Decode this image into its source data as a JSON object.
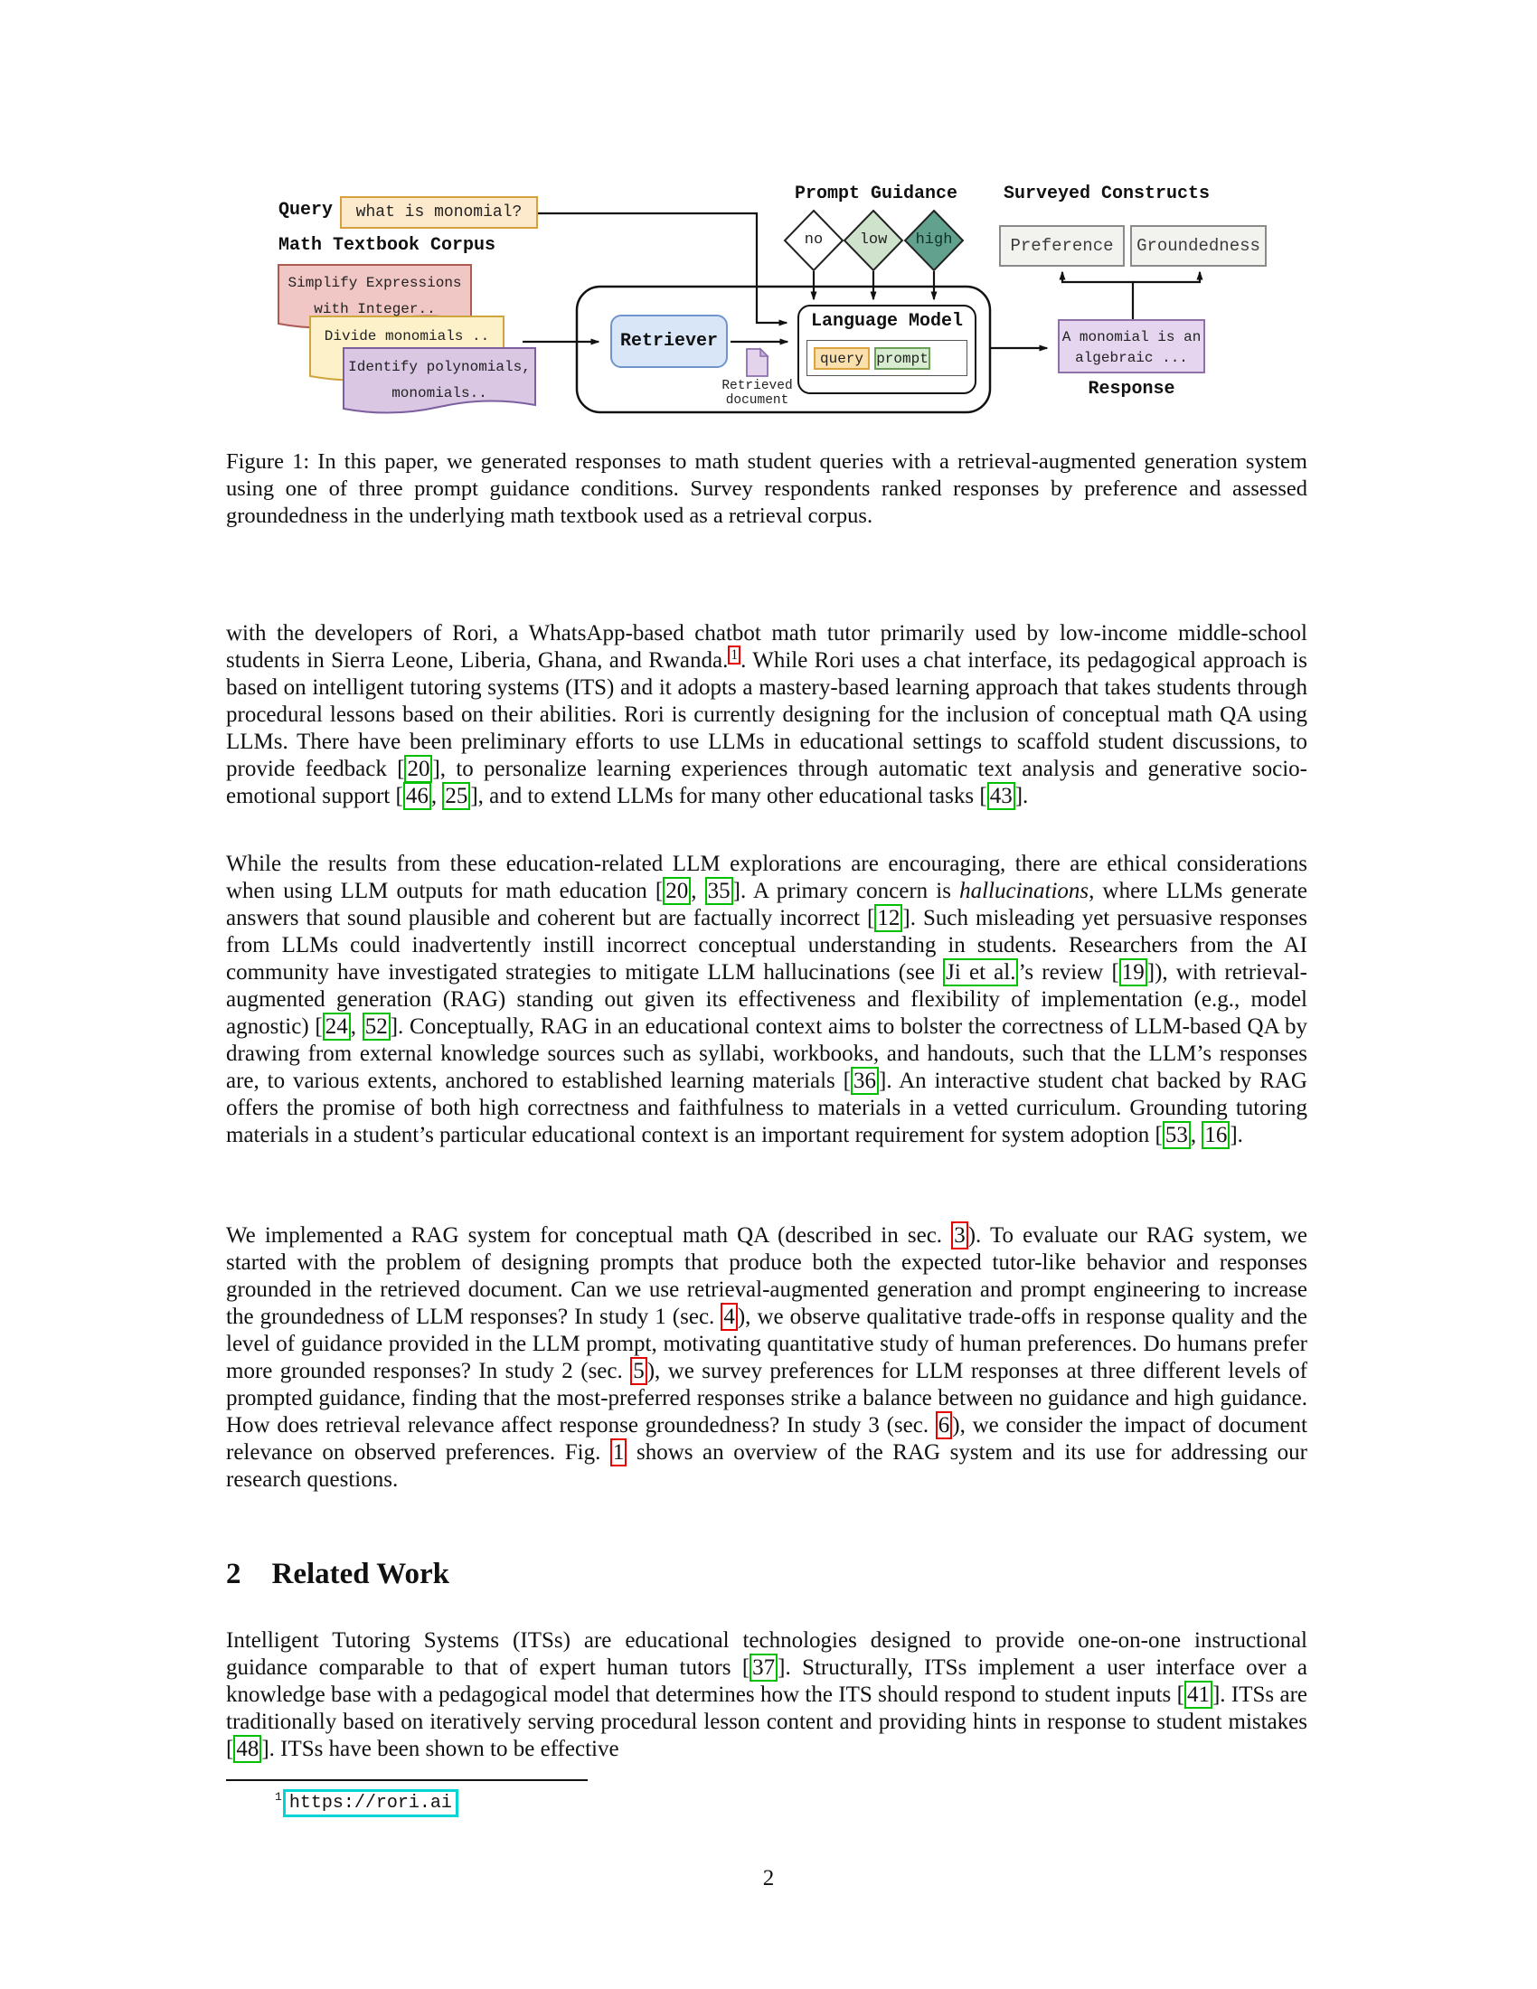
{
  "figure": {
    "query_label": "Query",
    "query_text": "what is monomial?",
    "corpus_label": "Math Textbook Corpus",
    "docs": [
      {
        "line1": "Simplify Expressions",
        "line2": "with Integer.."
      },
      {
        "line1": "Divide monomials ..",
        "line2": ""
      },
      {
        "line1": "Identify polynomials,",
        "line2": "monomials.."
      }
    ],
    "retriever_label": "Retriever",
    "retrieved_doc_line1": "Retrieved",
    "retrieved_doc_line2": "document",
    "prompt_guidance_label": "Prompt Guidance",
    "guidance_levels": [
      "no",
      "low",
      "high"
    ],
    "lm_label": "Language Model",
    "query_chip": "query",
    "prompt_chip": "prompt",
    "surveyed_constructs_label": "Surveyed Constructs",
    "constructs": [
      "Preference",
      "Groundedness"
    ],
    "response_line1": "A monomial is an",
    "response_line2": "algebraic ...",
    "response_label": "Response",
    "colors": {
      "citation_box": "#00c000",
      "section_ref_box": "#e60000",
      "url_box": "#00d5d5",
      "query_box_fill": "#fdeacc",
      "query_box_border": "#d6a13c",
      "doc_pink_fill": "#f1c7c5",
      "doc_pink_border": "#ad5a52",
      "doc_yellow_fill": "#fdf1c9",
      "doc_yellow_border": "#cfa53e",
      "doc_purple_fill": "#d9c7e4",
      "doc_purple_border": "#7d5fa0",
      "retriever_fill": "#d8e6f7",
      "retriever_border": "#7094cc",
      "chip_query_fill": "#fbdfad",
      "chip_query_border": "#dca43e",
      "chip_prompt_fill": "#d8ecd2",
      "chip_prompt_border": "#6b9e57",
      "diamond_no_fill": "#ffffff",
      "diamond_low_fill": "#cfe3cc",
      "diamond_high_fill": "#62a18e",
      "construct_fill": "#f2f2ef",
      "construct_border": "#8a8a8a",
      "response_fill": "#e5d5ee",
      "response_border": "#9070a8",
      "doc_icon_fill": "#e3d3eb",
      "doc_icon_border": "#8d6fae"
    }
  },
  "caption": "Figure 1: In this paper, we generated responses to math student queries with a retrieval-augmented generation system using one of three prompt guidance conditions.  Survey respondents ranked responses by preference and assessed groundedness in the underlying math textbook used as a retrieval corpus.",
  "paragraphs": [
    [
      {
        "s": "plain",
        "t": "with the developers of Rori, a WhatsApp-based chatbot math tutor primarily used by low-income middle-school students in Sierra Leone, Liberia, Ghana, and Rwanda."
      },
      {
        "s": "supred",
        "t": "1"
      },
      {
        "s": "plain",
        "t": ". While Rori uses a chat interface, its pedagogical approach is based on intelligent tutoring systems (ITS) and it adopts a mastery-based learning approach that takes students through procedural lessons based on their abilities. Rori is currently designing for the inclusion of conceptual math QA using LLMs. There have been preliminary efforts to use LLMs in educational settings to scaffold student discussions, to provide feedback ["
      },
      {
        "s": "green",
        "t": "20"
      },
      {
        "s": "plain",
        "t": "], to personalize learning experiences through automatic text analysis and generative socio-emotional support ["
      },
      {
        "s": "green",
        "t": "46"
      },
      {
        "s": "plain",
        "t": ", "
      },
      {
        "s": "green",
        "t": "25"
      },
      {
        "s": "plain",
        "t": "], and to extend LLMs for many other educational tasks ["
      },
      {
        "s": "green",
        "t": "43"
      },
      {
        "s": "plain",
        "t": "]."
      }
    ],
    [
      {
        "s": "plain",
        "t": "While the results from these education-related LLM explorations are encouraging, there are ethical considerations when using LLM outputs for math education ["
      },
      {
        "s": "green",
        "t": "20"
      },
      {
        "s": "plain",
        "t": ", "
      },
      {
        "s": "green",
        "t": "35"
      },
      {
        "s": "plain",
        "t": "]. A primary concern is "
      },
      {
        "s": "italic",
        "t": "hallucinations"
      },
      {
        "s": "plain",
        "t": ", where LLMs generate answers that sound plausible and coherent but are factually incorrect ["
      },
      {
        "s": "green",
        "t": "12"
      },
      {
        "s": "plain",
        "t": "]. Such misleading yet persuasive responses from LLMs could inadvertently instill incorrect conceptual understanding in students. Researchers from the AI community have investigated strategies to mitigate LLM hallucinations (see "
      },
      {
        "s": "green",
        "t": "Ji et al."
      },
      {
        "s": "plain",
        "t": "’s review ["
      },
      {
        "s": "green",
        "t": "19"
      },
      {
        "s": "plain",
        "t": "]), with retrieval-augmented generation (RAG) standing out given its effectiveness and flexibility of implementation (e.g., model agnostic) ["
      },
      {
        "s": "green",
        "t": "24"
      },
      {
        "s": "plain",
        "t": ", "
      },
      {
        "s": "green",
        "t": "52"
      },
      {
        "s": "plain",
        "t": "]. Conceptually, RAG in an educational context aims to bolster the correctness of LLM-based QA by drawing from external knowledge sources such as syllabi, workbooks, and handouts, such that the LLM’s responses are, to various extents, anchored to established learning materials ["
      },
      {
        "s": "green",
        "t": "36"
      },
      {
        "s": "plain",
        "t": "]. An interactive student chat backed by RAG offers the promise of both high correctness and faithfulness to materials in a vetted curriculum. Grounding tutoring materials in a student’s particular educational context is an important requirement for system adoption ["
      },
      {
        "s": "green",
        "t": "53"
      },
      {
        "s": "plain",
        "t": ", "
      },
      {
        "s": "green",
        "t": "16"
      },
      {
        "s": "plain",
        "t": "]."
      }
    ],
    [
      {
        "s": "plain",
        "t": "We implemented a RAG system for conceptual math QA (described in sec. "
      },
      {
        "s": "red",
        "t": "3"
      },
      {
        "s": "plain",
        "t": "). To evaluate our RAG system, we started with the problem of designing prompts that produce both the expected tutor-like behavior and responses grounded in the retrieved document. Can we use retrieval-augmented generation and prompt engineering to increase the groundedness of LLM responses? In study 1 (sec. "
      },
      {
        "s": "red",
        "t": "4"
      },
      {
        "s": "plain",
        "t": "), we observe qualitative trade-offs in response quality and the level of guidance provided in the LLM prompt, motivating quantitative study of human preferences. Do humans prefer more grounded responses? In study 2 (sec. "
      },
      {
        "s": "red",
        "t": "5"
      },
      {
        "s": "plain",
        "t": "), we survey preferences for LLM responses at three different levels of prompted guidance, finding that the most-preferred responses strike a balance between no guidance and high guidance. How does retrieval relevance affect response groundedness? In study 3 (sec. "
      },
      {
        "s": "red",
        "t": "6"
      },
      {
        "s": "plain",
        "t": "), we consider the impact of document relevance on observed preferences. Fig. "
      },
      {
        "s": "red",
        "t": "1"
      },
      {
        "s": "plain",
        "t": " shows an overview of the RAG system and its use for addressing our research questions."
      }
    ],
    [
      {
        "s": "plain",
        "t": "Intelligent Tutoring Systems (ITSs) are educational technologies designed to provide one-on-one instructional guidance comparable to that of expert human tutors ["
      },
      {
        "s": "green",
        "t": "37"
      },
      {
        "s": "plain",
        "t": "]. Structurally, ITSs implement a user interface over a knowledge base with a pedagogical model that determines how the ITS should respond to student inputs ["
      },
      {
        "s": "green",
        "t": "41"
      },
      {
        "s": "plain",
        "t": "]. ITSs are traditionally based on iteratively serving procedural lesson content and providing hints in response to student mistakes ["
      },
      {
        "s": "green",
        "t": "48"
      },
      {
        "s": "plain",
        "t": "]. ITSs have been shown to be effective"
      }
    ]
  ],
  "heading": {
    "number": "2",
    "title": "Related Work"
  },
  "footnote": {
    "marker": "1",
    "url": "https://rori.ai"
  },
  "page_number": "2"
}
